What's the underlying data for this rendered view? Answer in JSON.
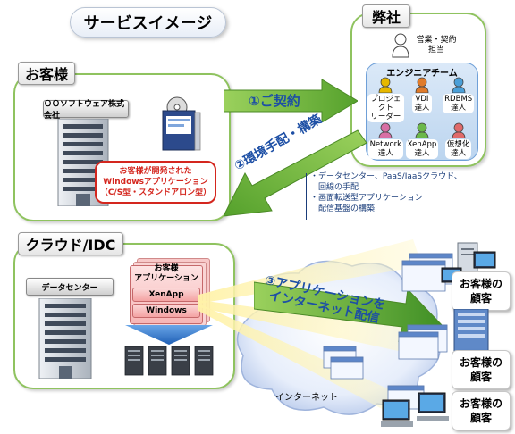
{
  "title": "サービスイメージ",
  "company": {
    "label": "弊社",
    "sales_contact": [
      "営業・契約",
      "担当"
    ],
    "team_title": "エンジニアチーム",
    "members": [
      {
        "lines": [
          "プロジェクト",
          "リーダー"
        ],
        "color": "#e6b800"
      },
      {
        "lines": [
          "VDI",
          "達人"
        ],
        "color": "#e07b2a"
      },
      {
        "lines": [
          "RDBMS",
          "達人"
        ],
        "color": "#4a9fd8"
      },
      {
        "lines": [
          "Network",
          "達人"
        ],
        "color": "#d86fa5"
      },
      {
        "lines": [
          "XenApp",
          "達人"
        ],
        "color": "#6bb84a"
      },
      {
        "lines": [
          "仮想化",
          "達人"
        ],
        "color": "#e06a6a"
      }
    ]
  },
  "customer": {
    "label": "お客様",
    "company_sign": "ＯＯソフトウェア株式会社",
    "app_callout": [
      "お客様が開発された",
      "Windowsアプリケーション",
      "（C/S型・スタンドアロン型）"
    ]
  },
  "arrows": {
    "contract": "①ご契約",
    "setup": "②環境手配・構築",
    "delivery": [
      "③アプリケーションを",
      "インターネット配信"
    ]
  },
  "setup_notes": [
    [
      "・データセンター、PaaS/IaaSクラウド、",
      "　回線の手配"
    ],
    [
      "・画面転送型アプリケーション",
      "　配信基盤の構築"
    ]
  ],
  "cloud": {
    "label": "クラウド/IDC",
    "datacenter_sign": "データセンター",
    "stack": [
      "お客様",
      "アプリケーション",
      "XenApp",
      "Windows"
    ],
    "internet_label": "インターネット"
  },
  "end_customers": [
    [
      "お客様の",
      "顧客"
    ],
    [
      "お客様の",
      "顧客"
    ],
    [
      "お客様の",
      "顧客"
    ]
  ]
}
